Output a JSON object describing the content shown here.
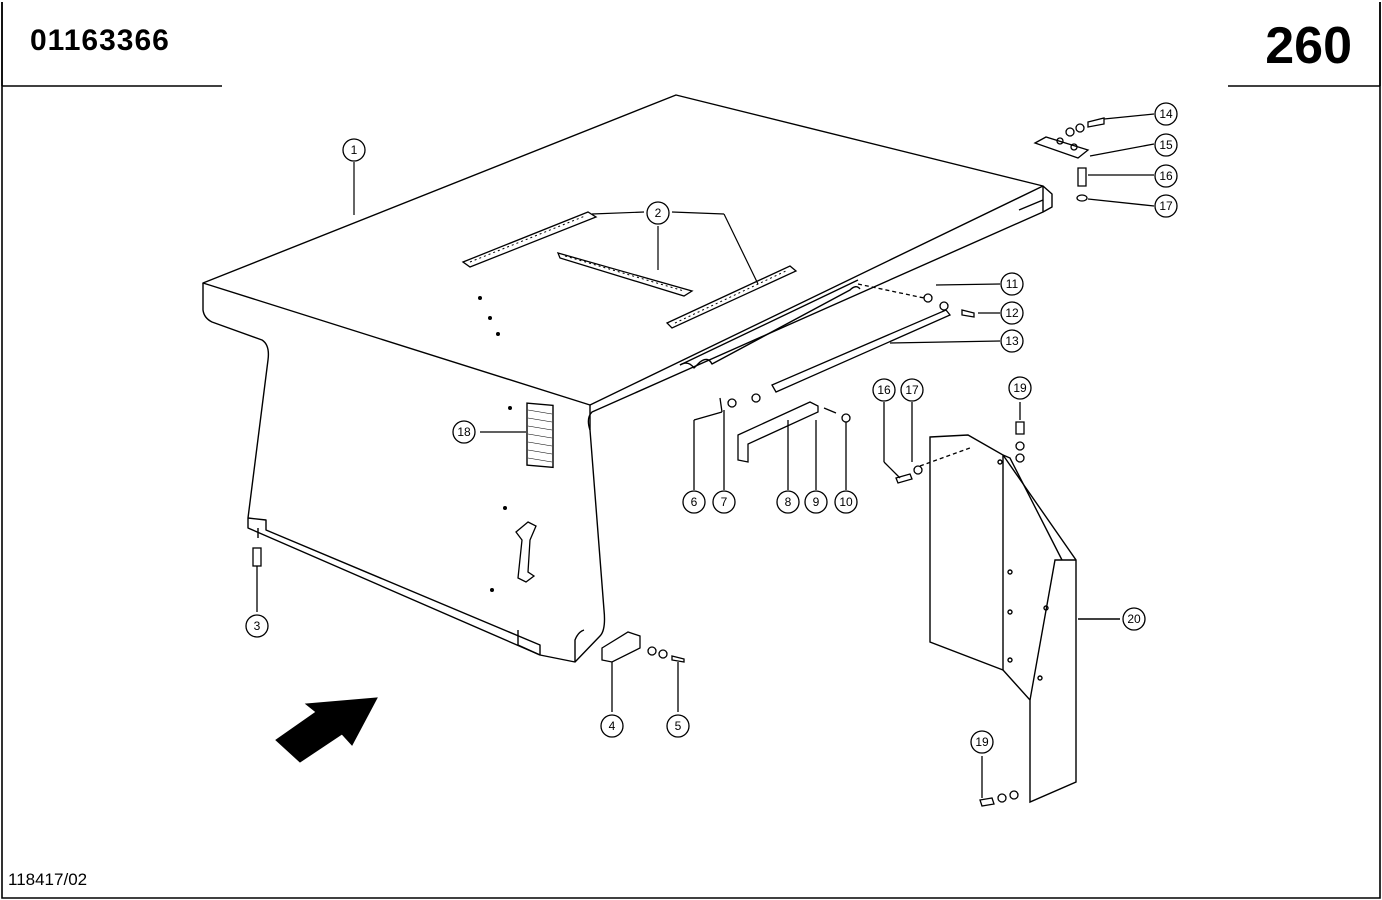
{
  "header": {
    "document_number": "01163366",
    "page_number": "260"
  },
  "footer": {
    "drawing_reference": "118417/02"
  },
  "callouts": {
    "c1": "1",
    "c2": "2",
    "c3": "3",
    "c4": "4",
    "c5": "5",
    "c6": "6",
    "c7": "7",
    "c8": "8",
    "c9": "9",
    "c10": "10",
    "c11": "11",
    "c12": "12",
    "c13": "13",
    "c14": "14",
    "c15": "15",
    "c16a": "16",
    "c16b": "16",
    "c17a": "17",
    "c17b": "17",
    "c18": "18",
    "c19a": "19",
    "c19b": "19",
    "c20": "20"
  }
}
